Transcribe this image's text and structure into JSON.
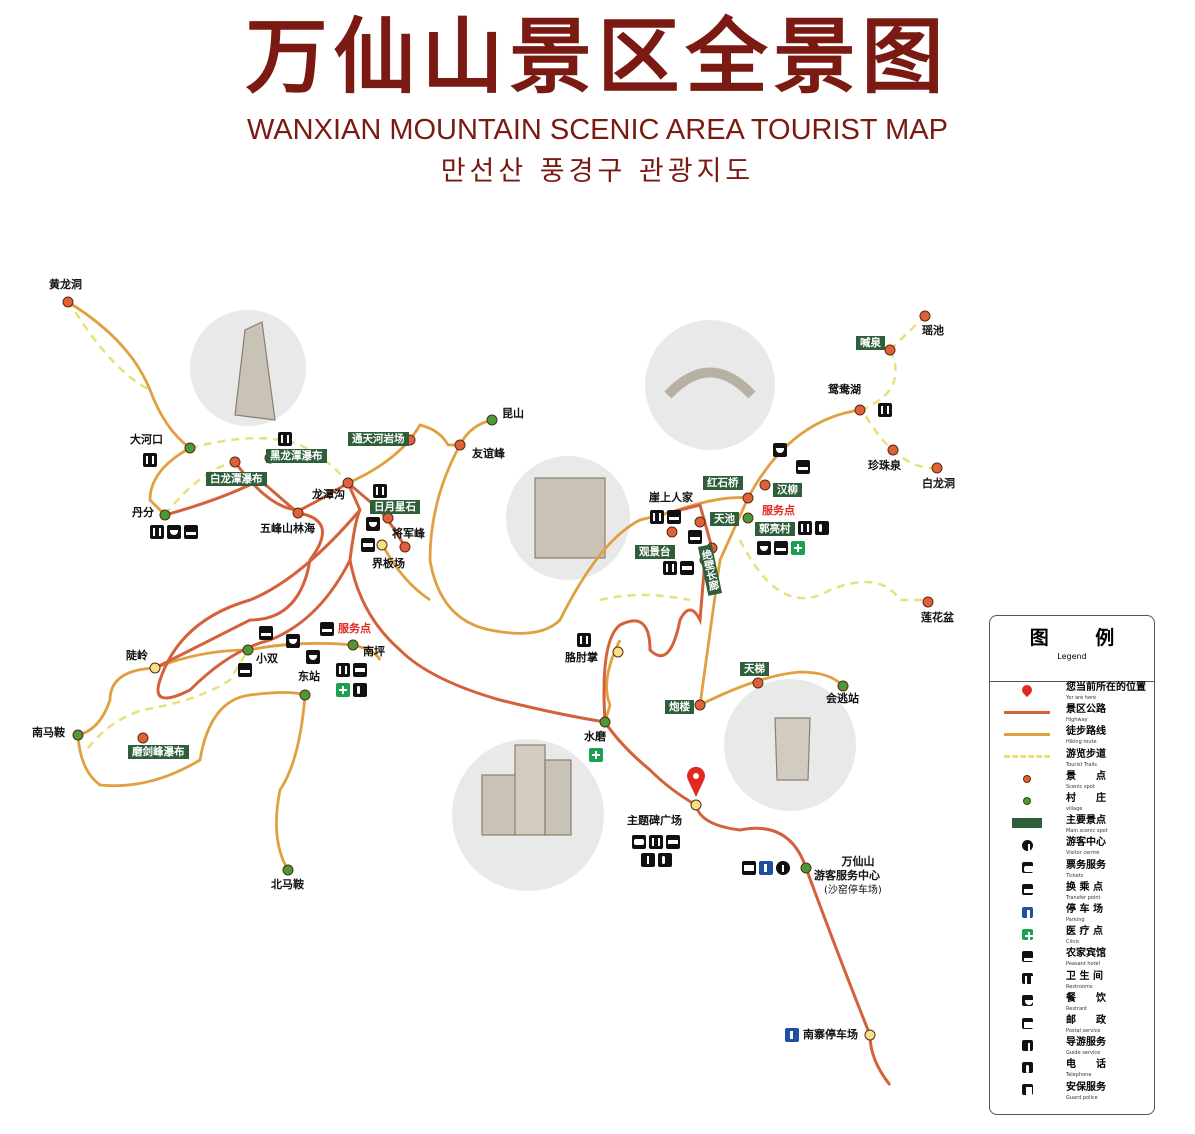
{
  "header": {
    "title_zh": "万仙山景区全景图",
    "title_en": "WANXIAN MOUNTAIN SCENIC AREA TOURIST MAP",
    "title_ko": "만선산 풍경구 관광지도"
  },
  "places": [
    "黄龙洞",
    "大河口",
    "丹分",
    "五峰山林海",
    "龙潭沟",
    "界板场",
    "将军峰",
    "昆山",
    "友谊峰",
    "崖上人家",
    "瑶池",
    "鸳鸯湖",
    "珍珠泉",
    "白龙洞",
    "莲花盆",
    "陡岭",
    "小双",
    "南坪",
    "东站",
    "南马鞍",
    "北马鞍",
    "胳肘掌",
    "水磨",
    "会逃站",
    "主题碑广场",
    "南寨停车场"
  ],
  "main_spots": [
    "黑龙潭瀑布",
    "白龙潭瀑布",
    "通天河岩场",
    "日月星石",
    "红石桥",
    "汉柳",
    "天池",
    "郭亮村",
    "观景台",
    "绝壁长廊",
    "喊泉",
    "天梯",
    "炮楼",
    "磨剑峰瀑布"
  ],
  "service_points": [
    "服务点",
    "服务点"
  ],
  "visitor_center": {
    "line1": "万仙山",
    "line2": "游客服务中心",
    "note": "(沙窑停车场)"
  },
  "colors": {
    "highway": "#d4613a",
    "hiking": "#e0a040",
    "trail": "#e8e07a",
    "scenic": "#e0603a",
    "village": "#4a9a3a",
    "main_spot": "#2e5e3a",
    "title": "#7a1a12"
  },
  "legend": {
    "title": "图 例",
    "subtitle": "Legend",
    "items": [
      {
        "zh": "您当前所在的位置",
        "en": "Yor are here"
      },
      {
        "zh": "景区公路",
        "en": "Highway"
      },
      {
        "zh": "徒步路线",
        "en": "Hiking route"
      },
      {
        "zh": "游览步道",
        "en": "Tourist Trails"
      },
      {
        "zh": "景　　点",
        "en": "Scenic spot"
      },
      {
        "zh": "村　　庄",
        "en": "village"
      },
      {
        "zh": "主要景点",
        "en": "Main scenic spot"
      },
      {
        "zh": "游客中心",
        "en": "Visitor centre"
      },
      {
        "zh": "票务服务",
        "en": "Tickets"
      },
      {
        "zh": "换 乘 点",
        "en": "Transfer point"
      },
      {
        "zh": "停 车 场",
        "en": "Parking"
      },
      {
        "zh": "医 疗 点",
        "en": "Clinic"
      },
      {
        "zh": "农家宾馆",
        "en": "Peasant hotel"
      },
      {
        "zh": "卫 生 间",
        "en": "Restrooms"
      },
      {
        "zh": "餐　　饮",
        "en": "Restrant"
      },
      {
        "zh": "邮　　政",
        "en": "Postal service"
      },
      {
        "zh": "导游服务",
        "en": "Guide service"
      },
      {
        "zh": "电　　话",
        "en": "Telephone"
      },
      {
        "zh": "安保服务",
        "en": "Guard police"
      }
    ]
  }
}
